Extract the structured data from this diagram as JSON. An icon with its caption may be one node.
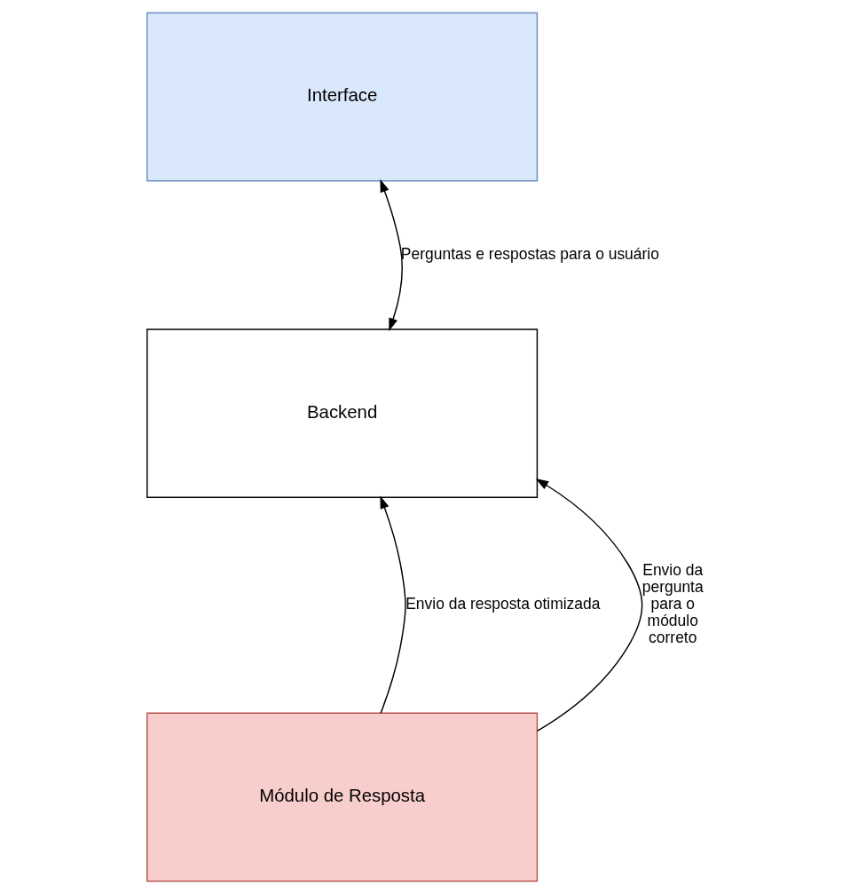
{
  "diagram": {
    "nodes": [
      {
        "text": [
          "Interface"
        ]
      },
      {
        "text": [
          "Backend"
        ]
      },
      {
        "text": [
          "Módulo de Resposta"
        ]
      }
    ],
    "edges": [
      {
        "from": 0,
        "to": 1,
        "arrow": "both",
        "label": "Perguntas e respostas para o usuário"
      },
      {
        "from": 2,
        "to": 1,
        "arrow": "to",
        "label": "Envio da resposta otimizada"
      },
      {
        "from": 2,
        "to": 1,
        "arrow": "to",
        "label": "Envio da pergunta para o módulo correto"
      }
    ]
  }
}
